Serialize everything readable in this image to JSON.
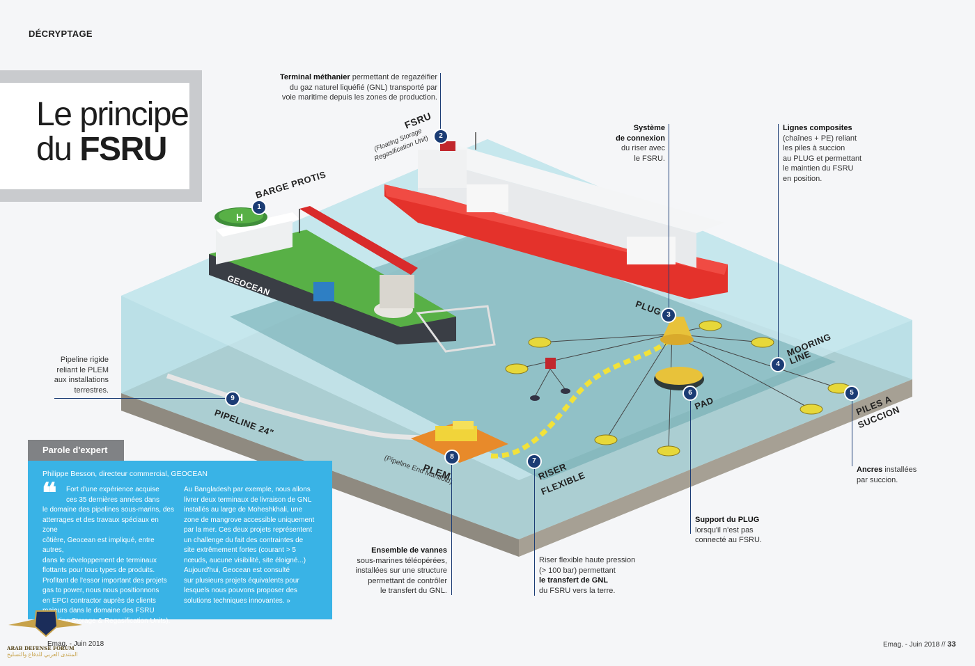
{
  "section": "DÉCRYPTAGE",
  "title": {
    "line1": "Le principe",
    "line2_prefix": "du ",
    "line2_bold": "FSRU"
  },
  "callouts": {
    "terminal": {
      "bold": "Terminal méthanier",
      "text1": " permettant de regazéifier",
      "text2": "du gaz naturel liquéfié (GNL) transporté par",
      "text3": "voie maritime depuis les zones de production."
    },
    "systeme": {
      "bold1": "Système",
      "bold2": "de connexion",
      "text1": "du riser avec",
      "text2": "le FSRU."
    },
    "lignes": {
      "bold": "Lignes composites",
      "text1": "(chaînes + PE) reliant",
      "text2": "les piles à succion",
      "text3": "au PLUG et permettant",
      "text4": "le maintien du FSRU",
      "text5": "en position."
    },
    "pipeline_rigide": {
      "text1": "Pipeline rigide",
      "text2": "reliant le PLEM",
      "text3": "aux installations",
      "text4": "terrestres."
    },
    "ancres": {
      "bold": "Ancres",
      "text1": " installées",
      "text2": "par succion."
    },
    "support": {
      "bold": "Support du PLUG",
      "text1": "lorsqu'il n'est pas",
      "text2": "connecté au FSRU."
    },
    "vannes": {
      "bold": "Ensemble de vannes",
      "text1": "sous-marines téléopérées,",
      "text2": "installées sur une structure",
      "text3": "permettant de contrôler",
      "text4": "le transfert du GNL."
    },
    "riser": {
      "text1": "Riser flexible haute pression",
      "text2": "(> 100 bar) permettant",
      "bold": "le transfert de GNL",
      "text3": "du FSRU vers la terre."
    }
  },
  "labels": {
    "barge": "BARGE PROTIS",
    "fsru": "FSRU",
    "fsru_sub1": "(Floating Storage",
    "fsru_sub2": "Regasification Unit)",
    "geocean": "GEOCEAN",
    "plug": "PLUG",
    "mooring1": "MOORING",
    "mooring2": "LINE",
    "piles1": "PILES A",
    "piles2": "SUCCION",
    "pad": "PAD",
    "pipeline": "PIPELINE 24\"",
    "plem": "PLEM",
    "plem_sub": "(Pipeline End Manifold)",
    "riser1": "RISER",
    "riser2": "FLEXIBLE"
  },
  "numbers": [
    "1",
    "2",
    "3",
    "4",
    "5",
    "6",
    "7",
    "8",
    "9"
  ],
  "expert": {
    "tab": "Parole d'expert",
    "author": "Philippe Besson, directeur commercial, GEOCEAN",
    "quote_mark": "❝",
    "col1": [
      "Fort d'une expérience acquise",
      "ces 35 dernières années dans",
      "le domaine des pipelines sous-marins, des",
      "atterrages et des travaux spéciaux en zone",
      "côtière, Geocean est impliqué, entre autres,",
      "dans le développement de terminaux",
      "flottants pour tous types de produits.",
      "Profitant de l'essor important des projets",
      "gas to power, nous nous positionnons",
      "en EPCI contractor auprès de clients",
      "majeurs dans le domaine des FSRU",
      "(Floating Storage & Regasification Units)."
    ],
    "col2": [
      "Au Bangladesh par exemple, nous allons",
      "livrer deux terminaux de livraison de GNL",
      "installés au large de Moheshkhali, une",
      "zone de mangrove accessible uniquement",
      "par la mer. Ces deux projets représentent",
      "un challenge du fait des contraintes de",
      "site extrêmement fortes (courant > 5",
      "nœuds, aucune visibilité, site éloigné...)",
      "Aujourd'hui, Geocean est consulté",
      "sur plusieurs projets équivalents pour",
      "lesquels nous pouvons proposer des",
      "solutions techniques innovantes. »"
    ]
  },
  "footer": {
    "left": "Emag. - Juin 2018",
    "right": "Emag. - Juin 2018 //",
    "page": "33",
    "watermark1": "ARAB DEFENSE FORUM",
    "watermark2": "المنتدى العربي للدفاع والتسليح"
  },
  "colors": {
    "navy": "#1b3c74",
    "sky": "#39b3e6",
    "ship_red": "#e4322b",
    "seabed": "#b9b3a6",
    "water": "#9fd3de"
  }
}
